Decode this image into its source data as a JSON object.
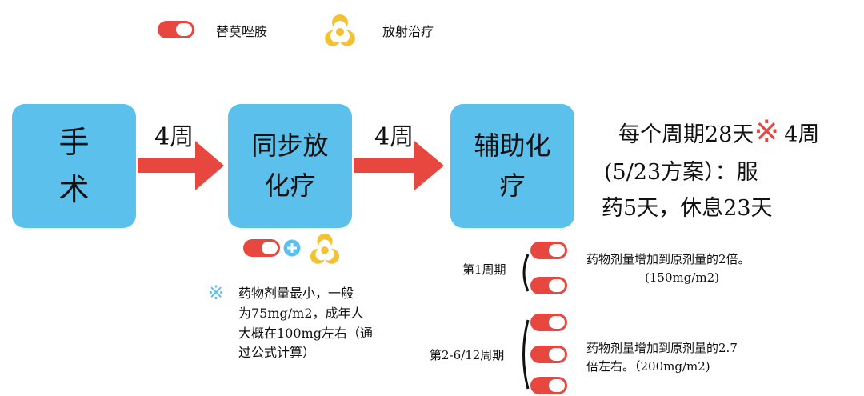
{
  "legend": {
    "items": [
      {
        "icon": "pill-icon",
        "label": "替莫唑胺"
      },
      {
        "icon": "radiation-icon",
        "label": "放射治疗"
      }
    ]
  },
  "flow": {
    "steps": [
      {
        "line1": "手",
        "line2": "术"
      },
      {
        "line1": "同步放",
        "line2": "化疗"
      },
      {
        "line1": "辅助化",
        "line2": "疗"
      }
    ],
    "arrows": [
      "4周",
      "4周"
    ]
  },
  "cycle_note": {
    "line1": "每个周期28天",
    "mark": "※",
    "line1_tail": "4周",
    "line2": "(5/23方案）：服",
    "line3": "药5天，休息23天"
  },
  "concurrent_note": {
    "mark": "※",
    "line1": "药物剂量最小，一般",
    "line2": "为75mg/m2，成年人",
    "line3": "大概在100mg左右（通",
    "line4": "过公式计算）"
  },
  "cycles": [
    {
      "label": "第1周期",
      "text1": "药物剂量增加到原剂量的2倍。",
      "text2": "(150mg/m2)"
    },
    {
      "label": "第2-6/12周期",
      "text1": "药物剂量增加到原剂量的2.7",
      "text2": "倍左右。（200mg/m2)"
    }
  ],
  "colors": {
    "box": "#5bc0eb",
    "arrow": "#e8473f",
    "pill": "#e8473f",
    "radiation": "#f3c234",
    "plus": "#5bc0eb"
  }
}
